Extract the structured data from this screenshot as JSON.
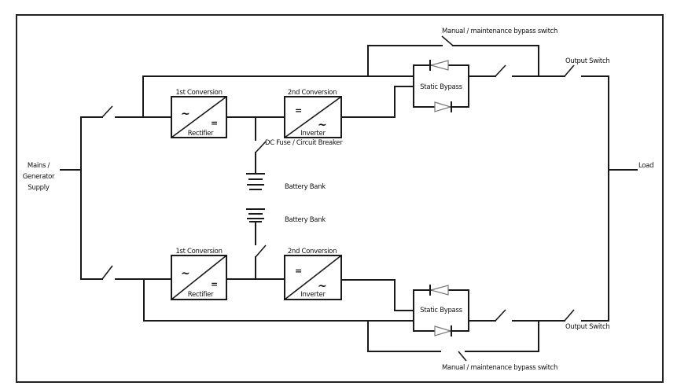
{
  "diagram": {
    "title": "UPS parallel redundant configuration",
    "source": {
      "line1": "Mains /",
      "line2": "Generator",
      "line3": "Supply"
    },
    "load_label": "Load",
    "units": [
      {
        "id": "upper",
        "rectifier": {
          "title": "1st Conversion",
          "label": "Rectifier",
          "in_symbol": "~",
          "out_symbol": "="
        },
        "inverter": {
          "title": "2nd Conversion",
          "label": "Inverter",
          "in_symbol": "=",
          "out_symbol": "~"
        },
        "dc_fuse_label": "DC Fuse / Circuit Breaker",
        "battery_label": "Battery Bank",
        "static_bypass_label": "Static Bypass",
        "maintenance_bypass_label": "Manual / maintenance bypass switch",
        "output_switch_label": "Output Switch"
      },
      {
        "id": "lower",
        "rectifier": {
          "title": "1st Conversion",
          "label": "Rectifier",
          "in_symbol": "~",
          "out_symbol": "="
        },
        "inverter": {
          "title": "2nd Conversion",
          "label": "Inverter",
          "in_symbol": "=",
          "out_symbol": "~"
        },
        "battery_label": "Battery Bank",
        "static_bypass_label": "Static Bypass",
        "maintenance_bypass_label": "Manual / maintenance bypass switch",
        "output_switch_label": "Output Switch"
      }
    ]
  }
}
